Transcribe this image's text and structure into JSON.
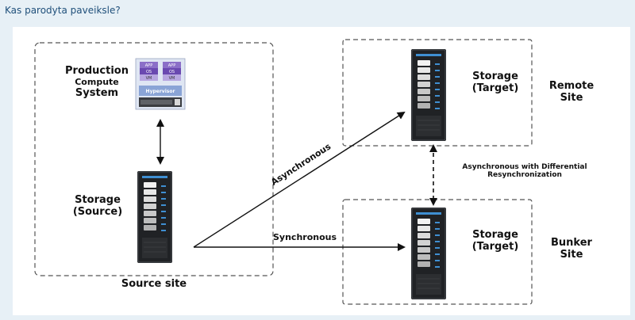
{
  "header": {
    "question": "Kas parodyta paveiksle?"
  },
  "diagram": {
    "production": {
      "line1": "Production",
      "line2": "Compute",
      "line3": "System"
    },
    "vm": {
      "app": "APP",
      "os": "OS",
      "vm": "VM"
    },
    "hypervisor": "Hypervisor",
    "source_storage": {
      "line1": "Storage",
      "line2": "(Source)"
    },
    "source_site": "Source site",
    "remote_storage": {
      "line1": "Storage",
      "line2": "(Target)"
    },
    "remote_site": {
      "line1": "Remote",
      "line2": "Site"
    },
    "bunker_storage": {
      "line1": "Storage",
      "line2": "(Target)"
    },
    "bunker_site": {
      "line1": "Bunker",
      "line2": "Site"
    },
    "link_async": "Asynchronous",
    "link_sync": "Synchronous",
    "link_diff": {
      "line1": "Asynchronous with Differential",
      "line2": "Resynchronization"
    }
  }
}
